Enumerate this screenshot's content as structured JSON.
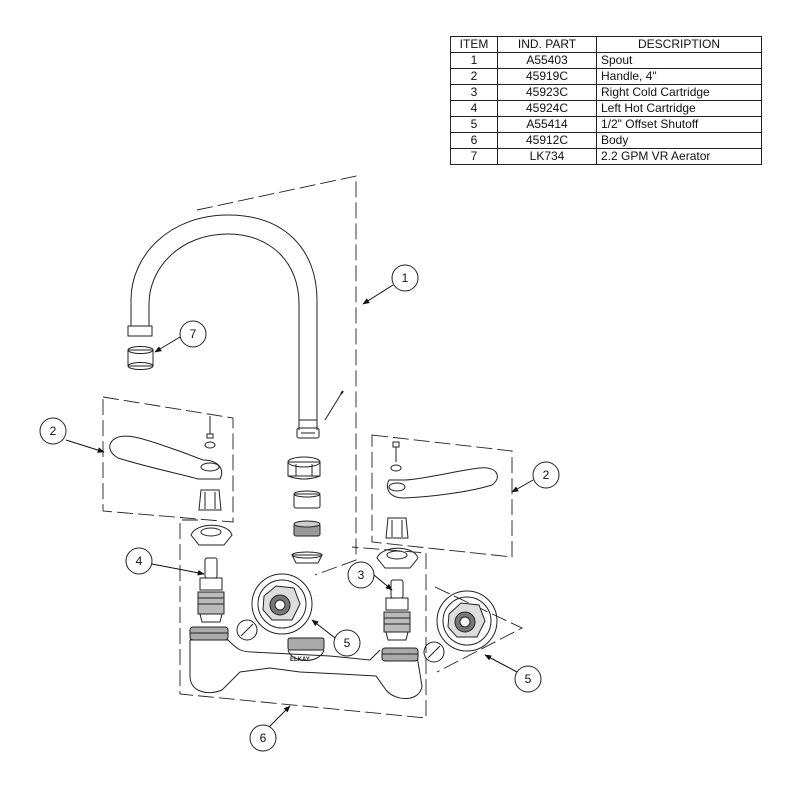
{
  "parts_table": {
    "headers": [
      "ITEM",
      "IND. PART",
      "DESCRIPTION"
    ],
    "rows": [
      {
        "item": "1",
        "part": "A55403",
        "description": "Spout"
      },
      {
        "item": "2",
        "part": "45919C",
        "description": "Handle, 4\""
      },
      {
        "item": "3",
        "part": "45923C",
        "description": "Right Cold Cartridge"
      },
      {
        "item": "4",
        "part": "45924C",
        "description": "Left Hot Cartridge"
      },
      {
        "item": "5",
        "part": "A55414",
        "description": "1/2\" Offset Shutoff"
      },
      {
        "item": "6",
        "part": "45912C",
        "description": "Body"
      },
      {
        "item": "7",
        "part": "LK734",
        "description": "2.2 GPM VR Aerator"
      }
    ]
  },
  "callouts": {
    "spout": "1",
    "handle_left": "2",
    "handle_right": "2",
    "cold_cartridge": "3",
    "hot_cartridge": "4",
    "shutoff_left": "5",
    "shutoff_right": "5",
    "body": "6",
    "aerator": "7"
  },
  "body_brand": "ELKAY"
}
